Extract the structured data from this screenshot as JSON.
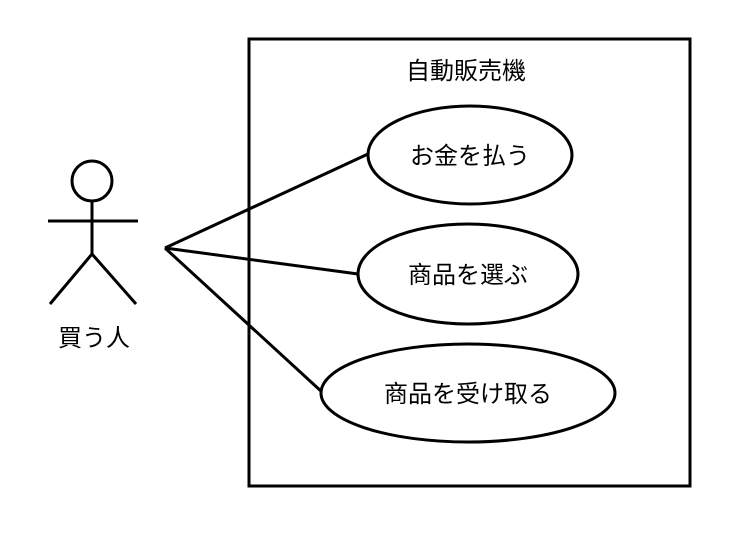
{
  "actor": {
    "label": "買う人"
  },
  "system": {
    "title": "自動販売機"
  },
  "use_cases": [
    {
      "label": "お金を払う"
    },
    {
      "label": "商品を選ぶ"
    },
    {
      "label": "商品を受け取る"
    }
  ],
  "colors": {
    "stroke": "#000000",
    "background": "#ffffff"
  }
}
